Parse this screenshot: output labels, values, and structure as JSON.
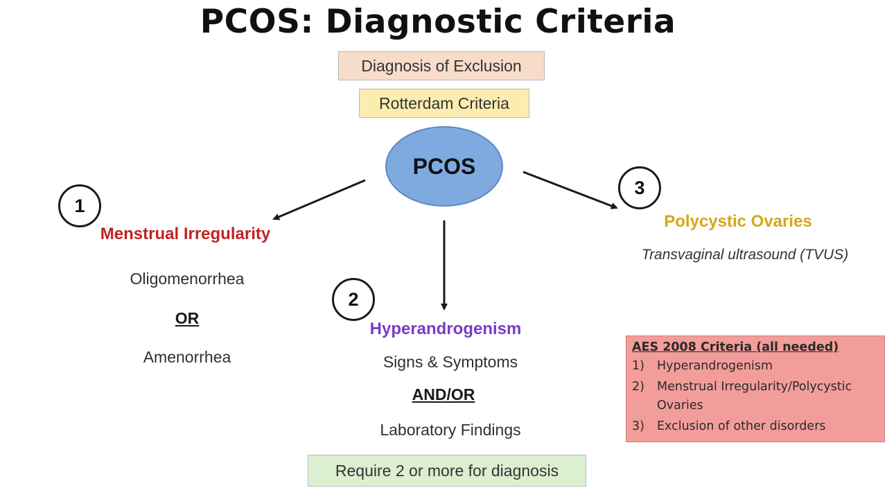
{
  "title": "PCOS: Diagnostic Criteria",
  "boxes": {
    "exclusion": "Diagnosis of Exclusion",
    "rotterdam": "Rotterdam Criteria",
    "require": "Require 2 or more for diagnosis"
  },
  "center": "PCOS",
  "criteria": [
    {
      "number": "1",
      "heading": "Menstrual Irregularity",
      "color": "#c32222",
      "lines": [
        "Oligomenorrhea",
        "OR",
        "Amenorrhea"
      ]
    },
    {
      "number": "2",
      "heading": "Hyperandrogenism",
      "color": "#7a3bc9",
      "lines": [
        "Signs & Symptoms",
        "AND/OR",
        "Laboratory Findings"
      ]
    },
    {
      "number": "3",
      "heading": "Polycystic Ovaries",
      "color": "#d6a619",
      "lines": [
        "Transvaginal ultrasound (TVUS)"
      ]
    }
  ],
  "aes": {
    "title": "AES 2008 Criteria (all needed)",
    "items": [
      {
        "num": "1)",
        "text": "Hyperandrogenism"
      },
      {
        "num": "2)",
        "text": "Menstrual Irregularity/Polycystic Ovaries"
      },
      {
        "num": "3)",
        "text": "Exclusion of other disorders"
      }
    ]
  }
}
